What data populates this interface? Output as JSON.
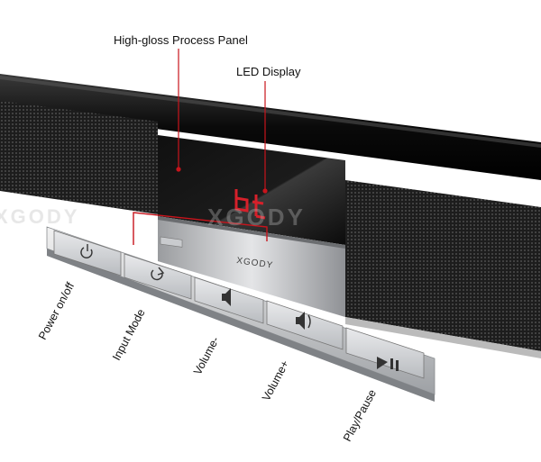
{
  "callouts": {
    "panel_label": "High-gloss Process Panel",
    "display_label": "LED Display"
  },
  "brand": {
    "logo_text": "XGODY",
    "watermark_text": "XGODY"
  },
  "display": {
    "readout": "bt"
  },
  "buttons": [
    {
      "label": "Power on/off",
      "icon": "power-icon"
    },
    {
      "label": "Input Mode",
      "icon": "input-mode-icon"
    },
    {
      "label": "Volume-",
      "icon": "volume-down-icon"
    },
    {
      "label": "Volume+",
      "icon": "volume-up-icon"
    },
    {
      "label": "Play/Pause",
      "icon": "play-pause-icon"
    }
  ],
  "colors": {
    "accent_red": "#c8141c",
    "led_red": "#d6202a",
    "body_black": "#0c0c0c",
    "button_silver": "#cfd2d5"
  }
}
